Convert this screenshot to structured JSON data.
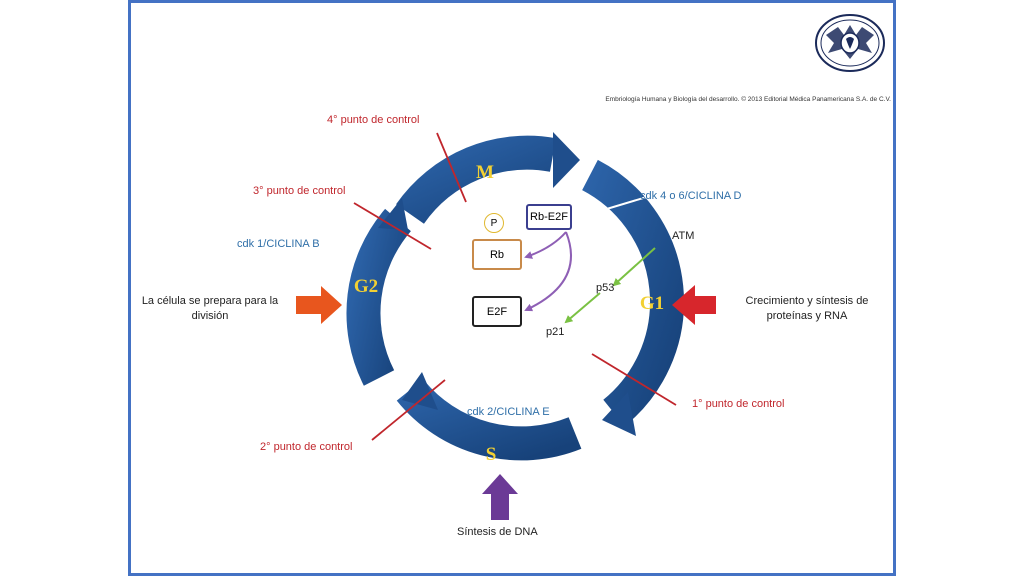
{
  "credit": "Embriología Humana y Biología del desarrollo. © 2013 Editorial Médica Panamericana S.A. de C.V.",
  "phases": {
    "m": "M",
    "g1": "G1",
    "s": "S",
    "g2": "G2"
  },
  "checkpoints": {
    "first": "1° punto de control",
    "second": "2° punto de control",
    "third": "3° punto de control",
    "fourth": "4° punto de control"
  },
  "complexes": {
    "cdk46": "cdk 4 o 6/CICLINA D",
    "cdk1": "cdk 1/CICLINA B",
    "cdk2": "cdk 2/CICLINA E"
  },
  "proteins": {
    "atm": "ATM",
    "p53": "p53",
    "p21": "p21",
    "rbe2f": "Rb-E2F",
    "p": "P",
    "rb": "Rb",
    "e2f": "E2F"
  },
  "inputs": {
    "left": "La célula se prepara para la división",
    "right": "Crecimiento y síntesis de proteínas y RNA",
    "bottom": "Síntesis de DNA"
  },
  "colors": {
    "frame": "#4472c4",
    "ring": "#1f4e8c",
    "phase_text": "#f2d033",
    "checkpoint": "#c0262c",
    "complex": "#2f6fa8",
    "green_arrow": "#7ac143",
    "purple_arrow": "#8e5fb5",
    "left_arrow": "#e8561e",
    "right_arrow": "#d7262c",
    "bottom_arrow": "#6b3a96"
  },
  "logo": {
    "icon": "university-seal-icon"
  }
}
